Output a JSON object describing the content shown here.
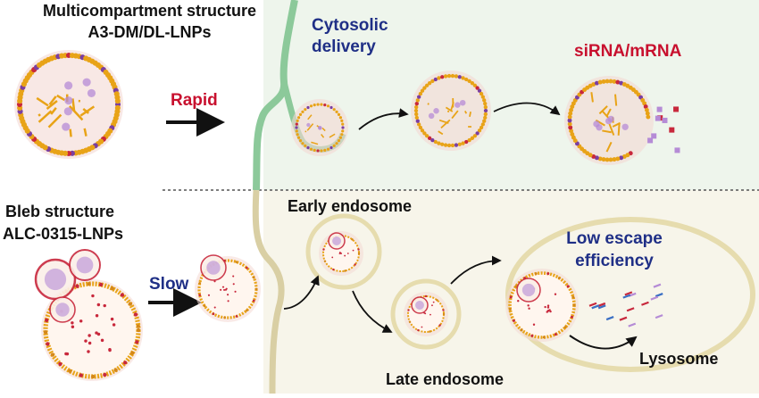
{
  "top": {
    "title_line1": "Multicompartment structure",
    "title_line2": "A3-DM/DL-LNPs",
    "speed": "Rapid",
    "stage_label": "Cytosolic delivery",
    "stage_label_line1": "Cytosolic",
    "stage_label_line2": "delivery",
    "cargo_label": "siRNA/mRNA"
  },
  "bottom": {
    "title_line1": "Bleb structure",
    "title_line2": "ALC-0315-LNPs",
    "speed": "Slow",
    "early_label": "Early endosome",
    "late_label": "Late endosome",
    "escape_line1": "Low escape",
    "escape_line2": "efficiency",
    "lysosome_label": "Lysosome"
  },
  "colors": {
    "shell": "#e8a317",
    "lipid_head": "#d4881a",
    "lipid_purple": "#7b3fa0",
    "lipid_red": "#c8283c",
    "cargo": "#b58bd6",
    "membrane_green": "#8cc99a",
    "membrane_tan": "#d9cfa4",
    "vesicle_edge": "#e6dcae",
    "halo": "#f4d9d4",
    "top_bg": "#eef5ec",
    "bottom_bg": "#f7f5ea",
    "text_blue": "#1f2f86",
    "text_red": "#c8102e"
  }
}
